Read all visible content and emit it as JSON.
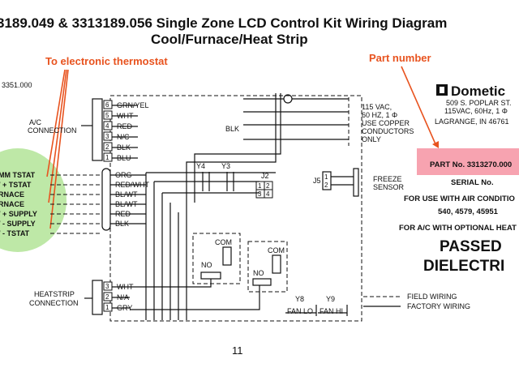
{
  "title": {
    "line1": "3189.049 & 3313189.056 Single Zone LCD Control Kit Wiring Diagram",
    "line2": "Cool/Furnace/Heat Strip"
  },
  "annotations": {
    "thermostat": "To electronic thermostat",
    "part_number": "Part number"
  },
  "ref_number": "3351.000",
  "ac_connection": {
    "label1": "A/C",
    "label2": "CONNECTION",
    "pins": [
      {
        "num": "6",
        "wire": "GRN/YEL"
      },
      {
        "num": "5",
        "wire": "WHT"
      },
      {
        "num": "4",
        "wire": "RED"
      },
      {
        "num": "3",
        "wire": "N/C"
      },
      {
        "num": "2",
        "wire": "BLK"
      },
      {
        "num": "1",
        "wire": "BLU"
      }
    ]
  },
  "thermostat_terminals": [
    {
      "label": "MM TSTAT",
      "wire": "ORG"
    },
    {
      "label": "/ + TSTAT",
      "wire": "RED/WHT"
    },
    {
      "label": "RNACE",
      "wire": "BL/WT"
    },
    {
      "label": "RNACE",
      "wire": "BL/WT"
    },
    {
      "label": "/ + SUPPLY",
      "wire": "RED"
    },
    {
      "label": "/ - SUPPLY",
      "wire": "BLK"
    },
    {
      "label": "/ - TSTAT",
      "wire": ""
    }
  ],
  "power": {
    "l1": "115 VAC,",
    "l2": "60 HZ, 1 Φ",
    "l3": "USE COPPER",
    "l4": "CONDUCTORS",
    "l5": "ONLY",
    "blk": "BLK"
  },
  "relays": {
    "y4": "Y4",
    "y3": "Y3",
    "j2": "J2",
    "j2_pins": [
      "1",
      "2",
      "3",
      "4"
    ],
    "j5": "J5",
    "j5_pins": [
      "1",
      "2"
    ],
    "com": "COM",
    "no": "NO",
    "y8": "Y8",
    "y9": "Y9",
    "fan_lo": "FAN LO",
    "fan_hi": "FAN HI"
  },
  "freeze_sensor": {
    "l1": "FREEZE",
    "l2": "SENSOR"
  },
  "heatstrip": {
    "label1": "HEATSTRIP",
    "label2": "CONNECTION",
    "pins": [
      {
        "num": "3",
        "wire": "WHT"
      },
      {
        "num": "2",
        "wire": "N/A"
      },
      {
        "num": "1",
        "wire": "GRY"
      }
    ]
  },
  "legend": {
    "field": "FIELD WIRING",
    "factory": "FACTORY WIRING"
  },
  "label_panel": {
    "brand": "Dometic",
    "address1": "509 S. POPLAR ST.",
    "address2": "115VAC, 60Hz, 1 Φ",
    "address3": "LAGRANGE, IN 46761",
    "part_no": "PART No. 3313270.000",
    "serial": "SERIAL No.",
    "use1": "FOR USE WITH AIR CONDITIO",
    "use2": "540, 4579, 45951",
    "use3": "FOR A/C WITH OPTIONAL HEAT",
    "passed": "PASSED",
    "dielectric": "DIELECTRI"
  },
  "page_number": "11",
  "colors": {
    "annotation": "#e8531f",
    "highlight_pink": "#f7a3b0",
    "highlight_green": "#a8e08a"
  }
}
